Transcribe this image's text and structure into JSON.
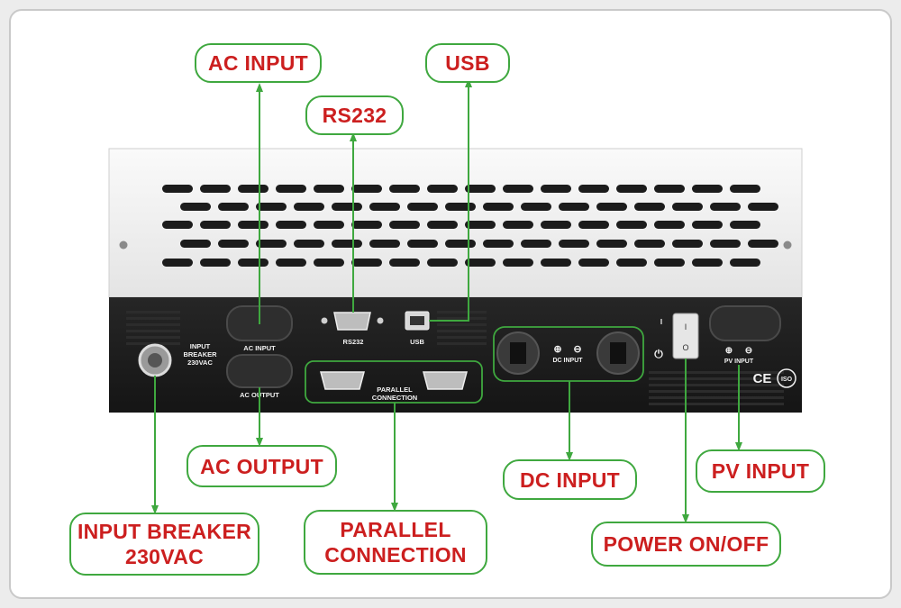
{
  "callouts": {
    "ac_input": "AC INPUT",
    "rs232": "RS232",
    "usb": "USB",
    "ac_output": "AC OUTPUT",
    "input_breaker_line1": "INPUT BREAKER",
    "input_breaker_line2": "230VAC",
    "parallel_line1": "PARALLEL",
    "parallel_line2": "CONNECTION",
    "dc_input": "DC INPUT",
    "pv_input": "PV INPUT",
    "power": "POWER ON/OFF"
  },
  "panel_labels": {
    "input_breaker_1": "INPUT",
    "input_breaker_2": "BREAKER",
    "input_breaker_3": "230VAC",
    "ac_input": "AC INPUT",
    "ac_output": "AC OUTPUT",
    "rs232": "RS232",
    "usb": "USB",
    "parallel_1": "PARALLEL",
    "parallel_2": "CONNECTION",
    "dc_input": "DC INPUT",
    "pv_input": "PV INPUT",
    "ce_mark": "CE",
    "iso_mark": "ISO",
    "switch_on": "I",
    "switch_off": "O"
  },
  "colors": {
    "callout_border": "#3fa83f",
    "callout_text": "#cc1f1f",
    "arrow": "#3fa83f",
    "panel": "#1d1d1d",
    "chassis": "#f4f4f4"
  }
}
